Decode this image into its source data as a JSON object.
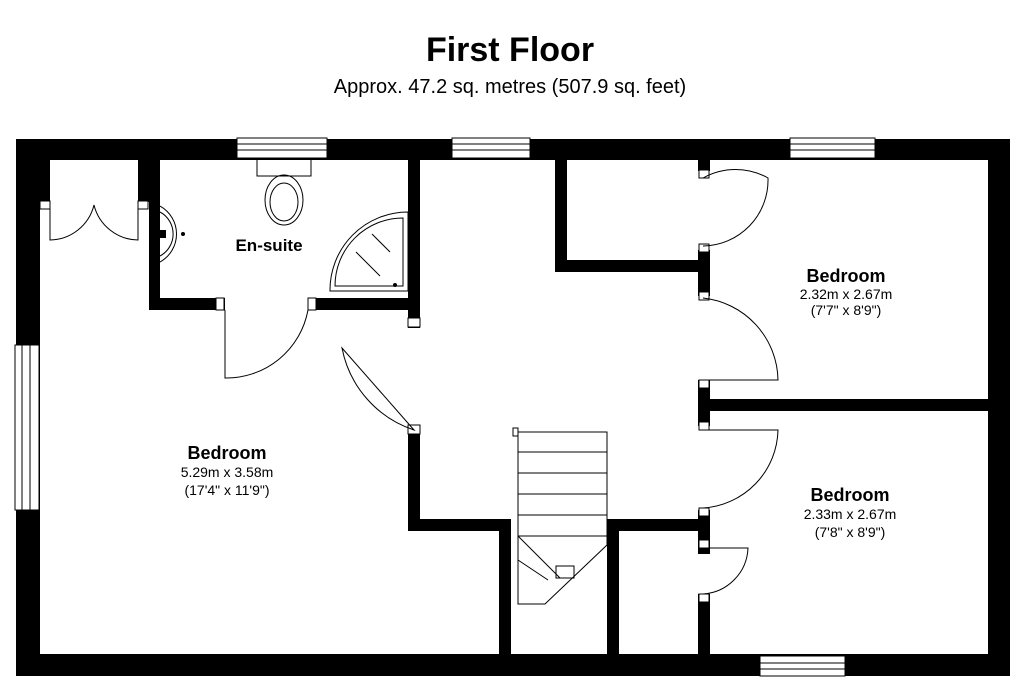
{
  "header": {
    "title": "First Floor",
    "subtitle": "Approx. 47.2 sq. metres (507.9 sq. feet)"
  },
  "rooms": {
    "ensuite": {
      "name": "En-suite"
    },
    "bedroom_main": {
      "name": "Bedroom",
      "size_metric": "5.29m x 3.58m",
      "size_imperial": "(17'4\" x 11'9\")"
    },
    "bedroom_upper_right": {
      "name": "Bedroom",
      "size_metric": "2.32m x 2.67m",
      "size_imperial": "(7'7\" x 8'9\")"
    },
    "bedroom_lower_right": {
      "name": "Bedroom",
      "size_metric": "2.33m x 2.67m",
      "size_imperial": "(7'8\" x 8'9\")"
    }
  }
}
